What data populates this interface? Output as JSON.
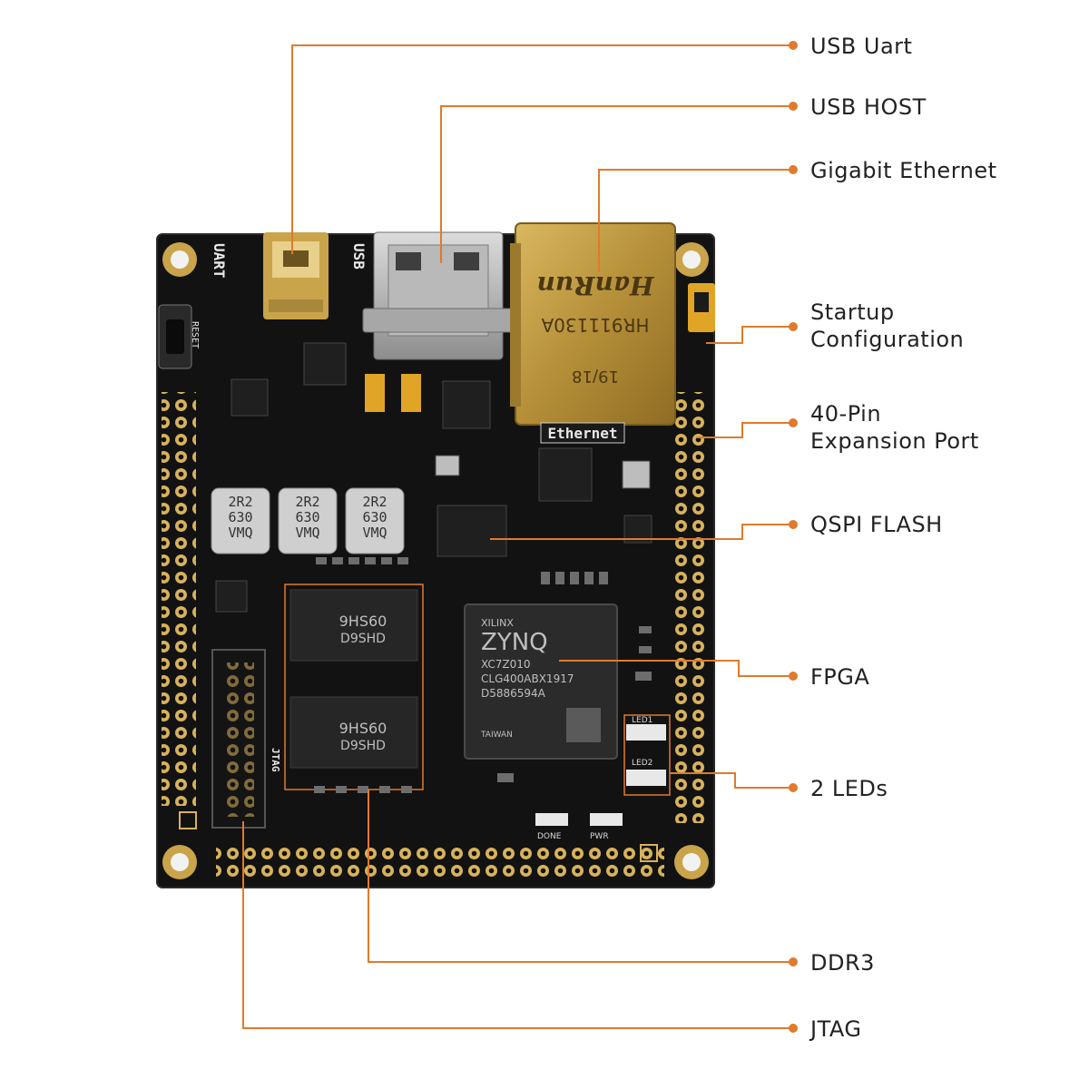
{
  "colors": {
    "leader": "#e07a2c",
    "board": "#121212",
    "gold": "#c9a44a",
    "label_text": "#222222"
  },
  "callouts": [
    {
      "id": "usb-uart",
      "lines": [
        "USB Uart"
      ]
    },
    {
      "id": "usb-host",
      "lines": [
        "USB HOST"
      ]
    },
    {
      "id": "gigabit-ethernet",
      "lines": [
        "Gigabit Ethernet"
      ]
    },
    {
      "id": "startup-configuration",
      "lines": [
        "Startup",
        "Configuration"
      ]
    },
    {
      "id": "expansion-port",
      "lines": [
        "40-Pin",
        "Expansion Port"
      ]
    },
    {
      "id": "qspi-flash",
      "lines": [
        "QSPI FLASH"
      ]
    },
    {
      "id": "fpga",
      "lines": [
        "FPGA"
      ]
    },
    {
      "id": "leds",
      "lines": [
        "2 LEDs"
      ]
    },
    {
      "id": "ddr3",
      "lines": [
        "DDR3"
      ]
    },
    {
      "id": "jtag",
      "lines": [
        "JTAG"
      ]
    }
  ],
  "board": {
    "silkscreen": {
      "uart": "UART",
      "usb": "USB",
      "reset": "RESET",
      "ethernet": "Ethernet",
      "jtag": "JTAG",
      "led1": "LED1",
      "led2": "LED2",
      "done": "DONE",
      "pwr": "PWR"
    },
    "ethernet_jack": {
      "brand": "HanRun",
      "part": "HR911130A",
      "date": "19/18"
    },
    "inductor_marking": [
      "2R2",
      "630",
      "VMQ"
    ],
    "fpga_chip": {
      "vendor": "XILINX",
      "name": "ZYNQ",
      "part": "XC7Z010",
      "package": "CLG400ABX1917",
      "lot": "D5886594A",
      "origin": "TAIWAN"
    },
    "ddr_chip": {
      "marking1": "9HS60",
      "marking2": "D9SHD"
    }
  }
}
